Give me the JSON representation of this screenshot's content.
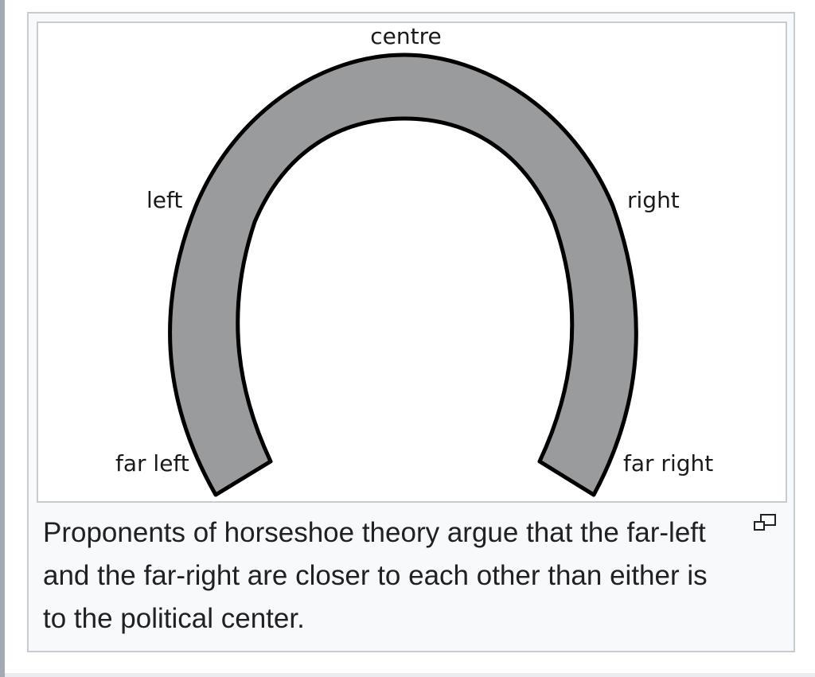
{
  "figure": {
    "labels": {
      "centre": "centre",
      "left": "left",
      "right": "right",
      "far_left": "far left",
      "far_right": "far right"
    },
    "caption": "Proponents of horseshoe theory argue that the far-left and the far-right are closer to each other than either is to the political center.",
    "enlarge_icon": "magnify-clip-icon"
  },
  "colors": {
    "horseshoe_fill": "#9a9b9d",
    "horseshoe_stroke": "#000000",
    "frame_border": "#c8ccd1",
    "caption_background": "#f8f9fa",
    "caption_text": "#202122"
  }
}
